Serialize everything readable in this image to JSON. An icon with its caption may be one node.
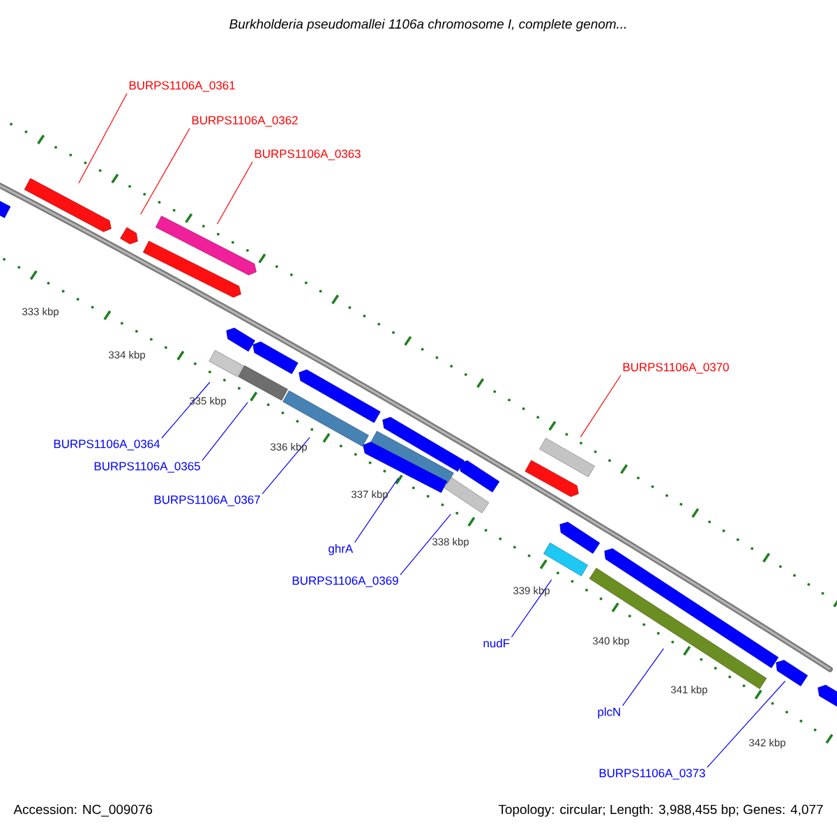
{
  "diagram": {
    "title": "Burkholderia pseudomallei 1106a chromosome I, complete genom...",
    "nodes": [
      {
        "text": [
          "BURPS1106A_0361"
        ]
      },
      {
        "text": [
          "BURPS1106A_0362"
        ]
      },
      {
        "text": [
          "BURPS1106A_0363"
        ]
      },
      {
        "text": [
          "BURPS1106A_0370"
        ]
      },
      {
        "text": [
          "BURPS1106A_0364"
        ]
      },
      {
        "text": [
          "BURPS1106A_0365"
        ]
      },
      {
        "text": [
          "BURPS1106A_0367"
        ]
      },
      {
        "text": [
          "ghrA"
        ]
      },
      {
        "text": [
          "BURPS1106A_0369"
        ]
      },
      {
        "text": [
          "nudF"
        ]
      },
      {
        "text": [
          "plcN"
        ]
      },
      {
        "text": [
          "BURPS1106A_0373"
        ]
      },
      {
        "text": [],
        "shape": "arrow"
      },
      {
        "text": [],
        "shape": "arrow"
      },
      {
        "text": [],
        "shape": "arrow"
      },
      {
        "text": [],
        "shape": "box"
      },
      {
        "text": [],
        "shape": "box"
      },
      {
        "text": [],
        "shape": "box"
      },
      {
        "text": [],
        "shape": "box"
      },
      {
        "text": [],
        "shape": "box"
      },
      {
        "text": [],
        "shape": "box"
      },
      {
        "text": [],
        "shape": "box"
      },
      {
        "text": [],
        "shape": "box"
      },
      {
        "text": [],
        "shape": "arrow"
      },
      {
        "text": [],
        "shape": "arrow"
      },
      {
        "text": [],
        "shape": "arrow"
      },
      {
        "text": [],
        "shape": "arrow"
      },
      {
        "text": [],
        "shape": "arrow"
      },
      {
        "text": [],
        "shape": "arrow"
      },
      {
        "text": [],
        "shape": "arrow"
      },
      {
        "text": [],
        "shape": "arrow"
      },
      {
        "text": [],
        "shape": "arrow"
      },
      {
        "text": [],
        "shape": "arrow"
      },
      {
        "text": [],
        "shape": "arrow"
      },
      {
        "text": [],
        "shape": "arrow"
      },
      {
        "text": [],
        "shape": "arrow"
      }
    ],
    "edges": [
      {
        "from": 0,
        "to": 12,
        "arrow": "none",
        "color": "#ff0000"
      },
      {
        "from": 1,
        "to": 13,
        "arrow": "none",
        "color": "#ff0000"
      },
      {
        "from": 2,
        "to": 14,
        "arrow": "none",
        "color": "#ff0000"
      },
      {
        "from": 3,
        "to": 15,
        "arrow": "none",
        "color": "#ff0000"
      },
      {
        "from": 4,
        "to": 16,
        "arrow": "none"
      },
      {
        "from": 5,
        "to": 17,
        "arrow": "none"
      },
      {
        "from": 6,
        "to": 18,
        "arrow": "none"
      },
      {
        "from": 7,
        "to": 19,
        "arrow": "none"
      },
      {
        "from": 8,
        "to": 20,
        "arrow": "none"
      },
      {
        "from": 9,
        "to": 21,
        "arrow": "none"
      },
      {
        "from": 10,
        "to": 22,
        "arrow": "none"
      },
      {
        "from": 11,
        "to": 23,
        "arrow": "none"
      }
    ],
    "labels": [
      "333 kbp",
      "334 kbp",
      "335 kbp",
      "336 kbp",
      "337 kbp",
      "338 kbp",
      "339 kbp",
      "340 kbp",
      "341 kbp",
      "342 kbp",
      "Accession: NC_009076",
      "Topology: circular; Length: 3,988,455 bp; Genes: 4,077"
    ]
  }
}
